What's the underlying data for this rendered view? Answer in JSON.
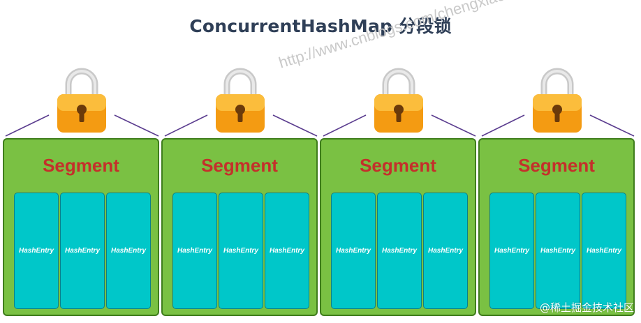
{
  "title": "ConcurrentHashMap 分段锁",
  "watermark_url": "http://www.cnblogs.com/chengxiao",
  "watermark_corner": "@稀土掘金技术社区",
  "segments": [
    {
      "label": "Segment",
      "entries": [
        "HashEntry",
        "HashEntry",
        "HashEntry"
      ]
    },
    {
      "label": "Segment",
      "entries": [
        "HashEntry",
        "HashEntry",
        "HashEntry"
      ]
    },
    {
      "label": "Segment",
      "entries": [
        "HashEntry",
        "HashEntry",
        "HashEntry"
      ]
    },
    {
      "label": "Segment",
      "entries": [
        "HashEntry",
        "HashEntry",
        "HashEntry"
      ]
    }
  ],
  "colors": {
    "segment_fill": "#7ac143",
    "segment_label": "#c4302b",
    "entry_fill": "#00c7c9",
    "lock_body": "#f7a21b",
    "connector": "#5b3d8f"
  },
  "icons": [
    "padlock-icon"
  ]
}
